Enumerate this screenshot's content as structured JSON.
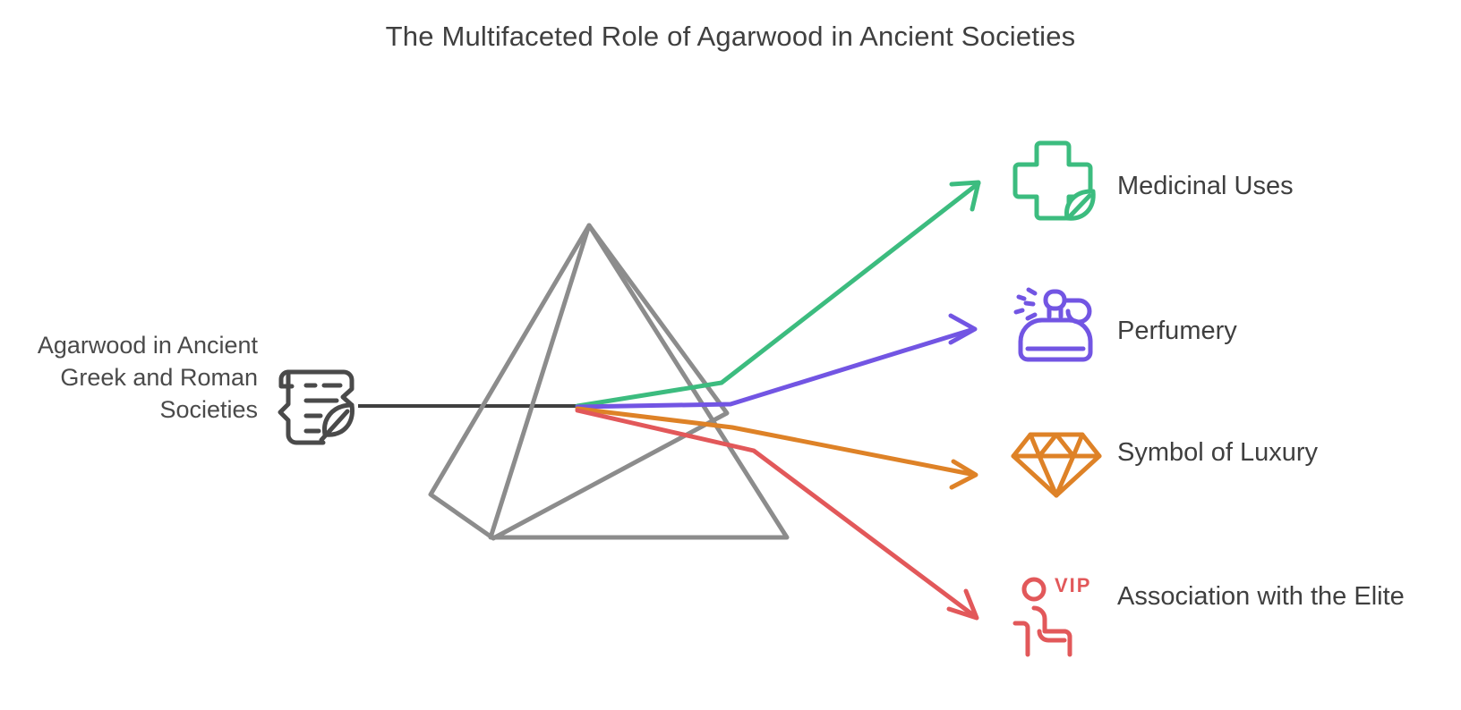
{
  "title": "The Multifaceted Role of Agarwood in Ancient Societies",
  "source": {
    "label": "Agarwood in Ancient Greek and Roman Societies",
    "icon": "scroll-leaf-icon",
    "color": "#4a4a4a"
  },
  "prism": {
    "name": "prism",
    "stroke": "#8c8c8c",
    "incoming_ray_color": "#3f3f3f"
  },
  "outputs": [
    {
      "label": "Medicinal Uses",
      "icon": "medical-cross-leaf-icon",
      "color": "#3cbc7f"
    },
    {
      "label": "Perfumery",
      "icon": "perfume-bottle-icon",
      "color": "#7255e3"
    },
    {
      "label": "Symbol of Luxury",
      "icon": "diamond-gem-icon",
      "color": "#de8227"
    },
    {
      "label": "Association with the Elite",
      "icon": "vip-seated-person-icon",
      "color": "#e2585a",
      "badge": "VIP"
    }
  ]
}
